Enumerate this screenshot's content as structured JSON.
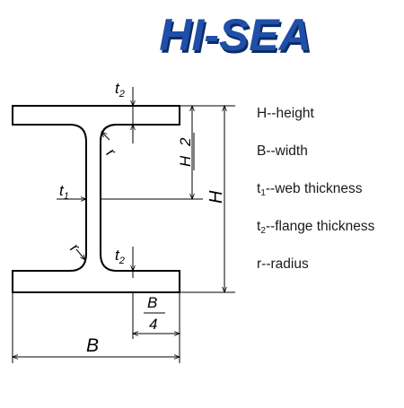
{
  "logo": {
    "text": "HI-SEA",
    "color": "#1f4fa8",
    "shadow": "#0d2c66"
  },
  "stroke_color": "#000000",
  "dimension_labels": {
    "t2_top": "t2",
    "h_half_num": "H",
    "h_half_den": "2",
    "t1": "t1",
    "r": "r",
    "t2_bottom": "t2",
    "height": "H",
    "b_quarter_num": "B",
    "b_quarter_den": "4",
    "width": "B"
  },
  "legend": [
    {
      "symbol": "H",
      "sub": "",
      "text": "--height"
    },
    {
      "symbol": "B",
      "sub": "",
      "text": "--width"
    },
    {
      "symbol": "t",
      "sub": "1",
      "text": "--web thickness"
    },
    {
      "symbol": "t",
      "sub": "2",
      "text": "--flange thickness"
    },
    {
      "symbol": "r",
      "sub": "",
      "text": "--radius"
    }
  ]
}
